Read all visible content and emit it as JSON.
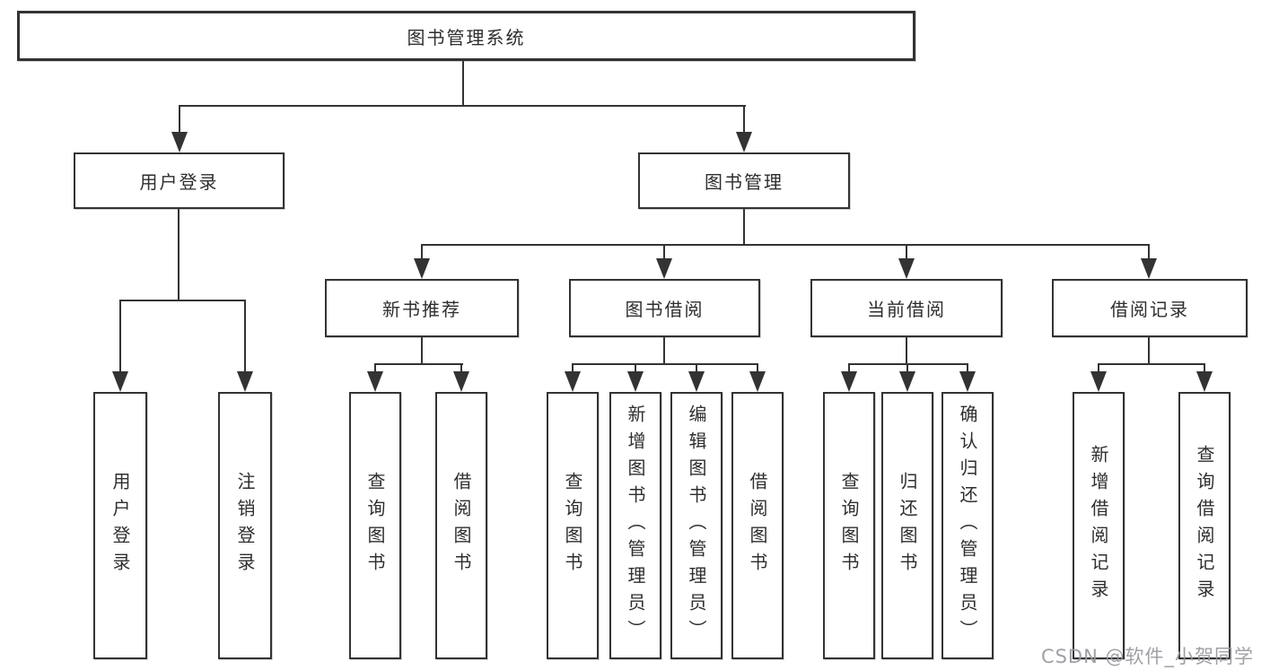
{
  "tree": {
    "label": "图书管理系统",
    "children": [
      {
        "label": "用户登录",
        "children": [
          {
            "label": "用户登录"
          },
          {
            "label": "注销登录"
          }
        ]
      },
      {
        "label": "图书管理",
        "children": [
          {
            "label": "新书推荐",
            "children": [
              {
                "label": "查询图书"
              },
              {
                "label": "借阅图书"
              }
            ]
          },
          {
            "label": "图书借阅",
            "children": [
              {
                "label": "查询图书"
              },
              {
                "label": "新增图书（管理员）"
              },
              {
                "label": "编辑图书（管理员）"
              },
              {
                "label": "借阅图书"
              }
            ]
          },
          {
            "label": "当前借阅",
            "children": [
              {
                "label": "查询图书"
              },
              {
                "label": "归还图书"
              },
              {
                "label": "确认归还（管理员）"
              }
            ]
          },
          {
            "label": "借阅记录",
            "children": [
              {
                "label": "新增借阅记录"
              },
              {
                "label": "查询借阅记录"
              }
            ]
          }
        ]
      }
    ]
  },
  "watermark": {
    "text": "CSDN @软件_小贺同学"
  },
  "colors": {
    "line": "#333333",
    "text": "#2e2e2e",
    "background": "#ffffff",
    "watermark": "#98989e"
  }
}
